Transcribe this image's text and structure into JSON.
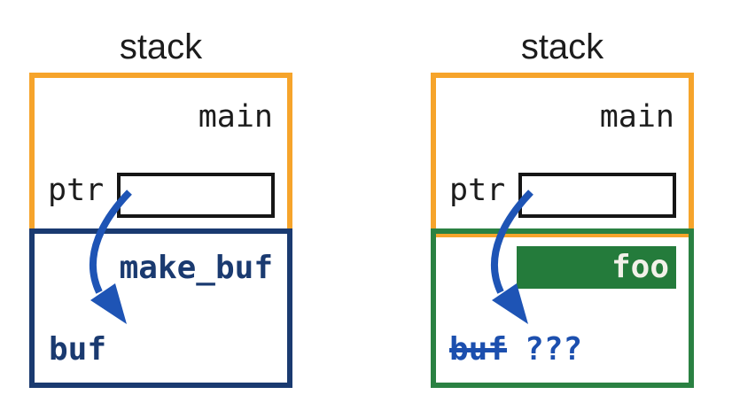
{
  "colors": {
    "frame_main_border": "#F6A42B",
    "frame_callee_left_border": "#1A3A70",
    "frame_callee_right_border": "#2A8142",
    "foo_fill": "#247B3B",
    "arrow_blue": "#1E54B5",
    "dangling_text_blue": "#1C4FAE",
    "text_black": "#1c1c1c"
  },
  "panels": [
    {
      "title": "stack",
      "function_label": "main",
      "pointer_label": "ptr",
      "callee_label": "make_buf",
      "buffer_label": "buf"
    },
    {
      "title": "stack",
      "function_label": "main",
      "pointer_label": "ptr",
      "callee_label": "foo",
      "buffer_label": "buf",
      "buffer_unknown": "???"
    }
  ]
}
